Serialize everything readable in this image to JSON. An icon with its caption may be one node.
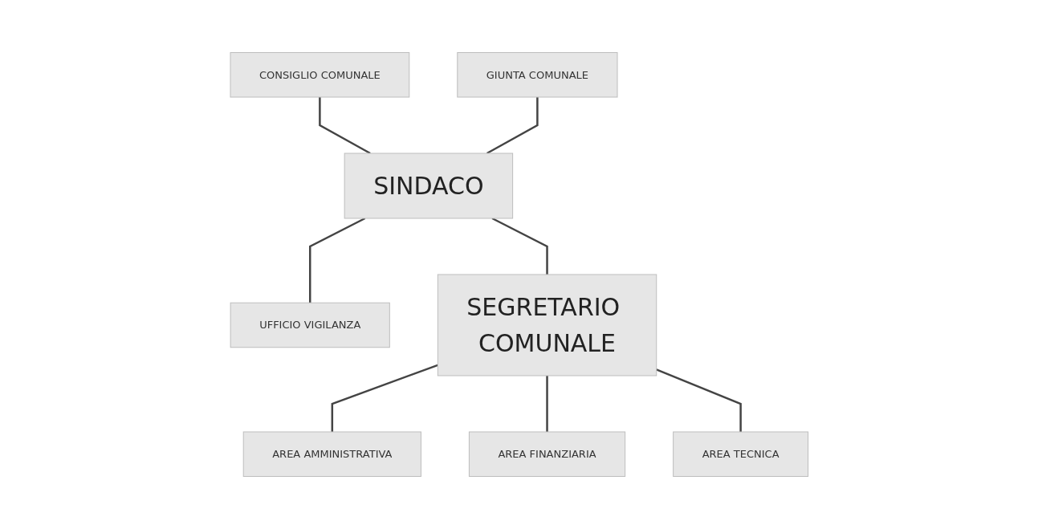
{
  "diagram": {
    "nodes": [
      {
        "text": [
          "CONSIGLIO COMUNALE"
        ]
      },
      {
        "text": [
          "SINDACO"
        ]
      },
      {
        "text": [
          "UFFICIO VIGILANZA"
        ]
      },
      {
        "text": [
          "GIUNTA COMUNALE"
        ]
      },
      {
        "text": [
          "SEGRETARIO COMUNALE"
        ]
      },
      {
        "text": [
          "AREA AMMINISTRATIVA"
        ]
      },
      {
        "text": [
          "AREA FINANZIARIA"
        ]
      },
      {
        "text": [
          "AREA TECNICA"
        ]
      }
    ],
    "edges": [
      {
        "from": 0,
        "to": 1,
        "arrow": "none"
      },
      {
        "from": 1,
        "to": 2,
        "arrow": "none"
      },
      {
        "from": 3,
        "to": 1,
        "arrow": "none"
      },
      {
        "from": 1,
        "to": 4,
        "arrow": "none"
      },
      {
        "from": 4,
        "to": 5,
        "arrow": "none"
      },
      {
        "from": 4,
        "to": 6,
        "arrow": "none"
      },
      {
        "from": 4,
        "to": 7,
        "arrow": "none"
      }
    ]
  }
}
